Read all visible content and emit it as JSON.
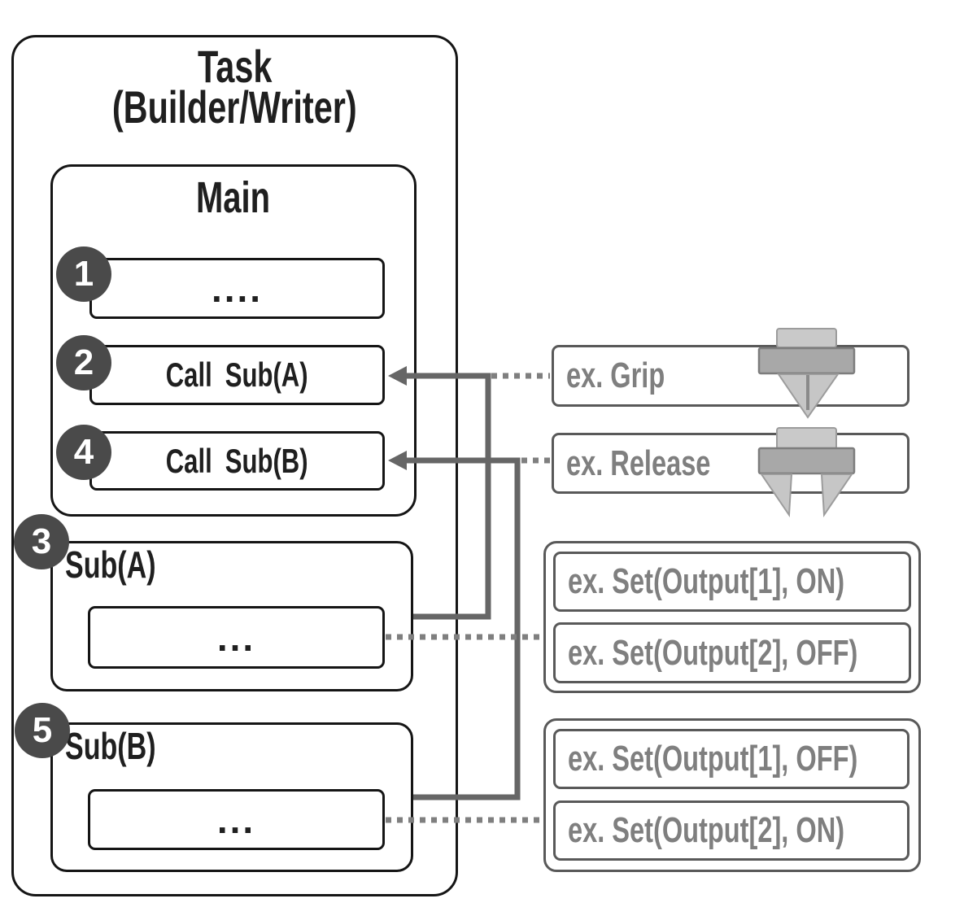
{
  "task": {
    "title_line1": "Task",
    "title_line2": "(Builder/Writer)",
    "main": {
      "title": "Main",
      "steps": [
        {
          "badge": "1",
          "label": "...."
        },
        {
          "badge": "2",
          "label": "Call Sub(A)"
        },
        {
          "badge": "4",
          "label": "Call Sub(B)"
        }
      ]
    },
    "subroutines": [
      {
        "badge": "3",
        "title": "Sub(A)",
        "body": "..."
      },
      {
        "badge": "5",
        "title": "Sub(B)",
        "body": "..."
      }
    ]
  },
  "examples": {
    "grip": {
      "label": "ex. Grip",
      "icon": "gripper-closed-icon"
    },
    "release": {
      "label": "ex. Release",
      "icon": "gripper-open-icon"
    },
    "sub_a_outputs": [
      {
        "label": "ex. Set(Output[1], ON)"
      },
      {
        "label": "ex. Set(Output[2], OFF)"
      }
    ],
    "sub_b_outputs": [
      {
        "label": "ex. Set(Output[1], OFF)"
      },
      {
        "label": "ex. Set(Output[2], ON)"
      }
    ]
  },
  "colors": {
    "box_border": "#151515",
    "example_border": "#595959",
    "example_text": "#7f7f7f",
    "badge_fill": "#4a4a4a",
    "badge_text": "#ffffff",
    "connector_solid": "#666666",
    "connector_dotted": "#7f7f7f",
    "icon_light_gray": "#c9c9c9",
    "icon_mid_gray": "#a8a8a8"
  }
}
